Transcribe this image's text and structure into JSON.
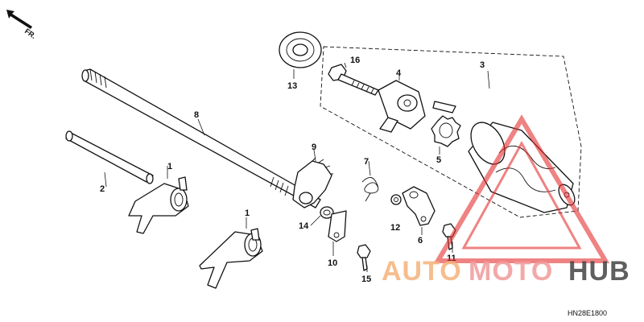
{
  "diagram": {
    "direction_label": "FR.",
    "drawing_code": "HN28E1800",
    "callouts": [
      "1",
      "1",
      "2",
      "3",
      "4",
      "5",
      "6",
      "7",
      "8",
      "9",
      "10",
      "11",
      "12",
      "13",
      "14",
      "15",
      "16"
    ]
  },
  "watermark": {
    "text_auto": "AUTO",
    "text_moto": "MOTO",
    "text_hub": "HUB",
    "colors": {
      "auto": "#f5b27a",
      "moto": "#f29a9a",
      "hub": "#444444",
      "triangle": "#e63030"
    }
  }
}
